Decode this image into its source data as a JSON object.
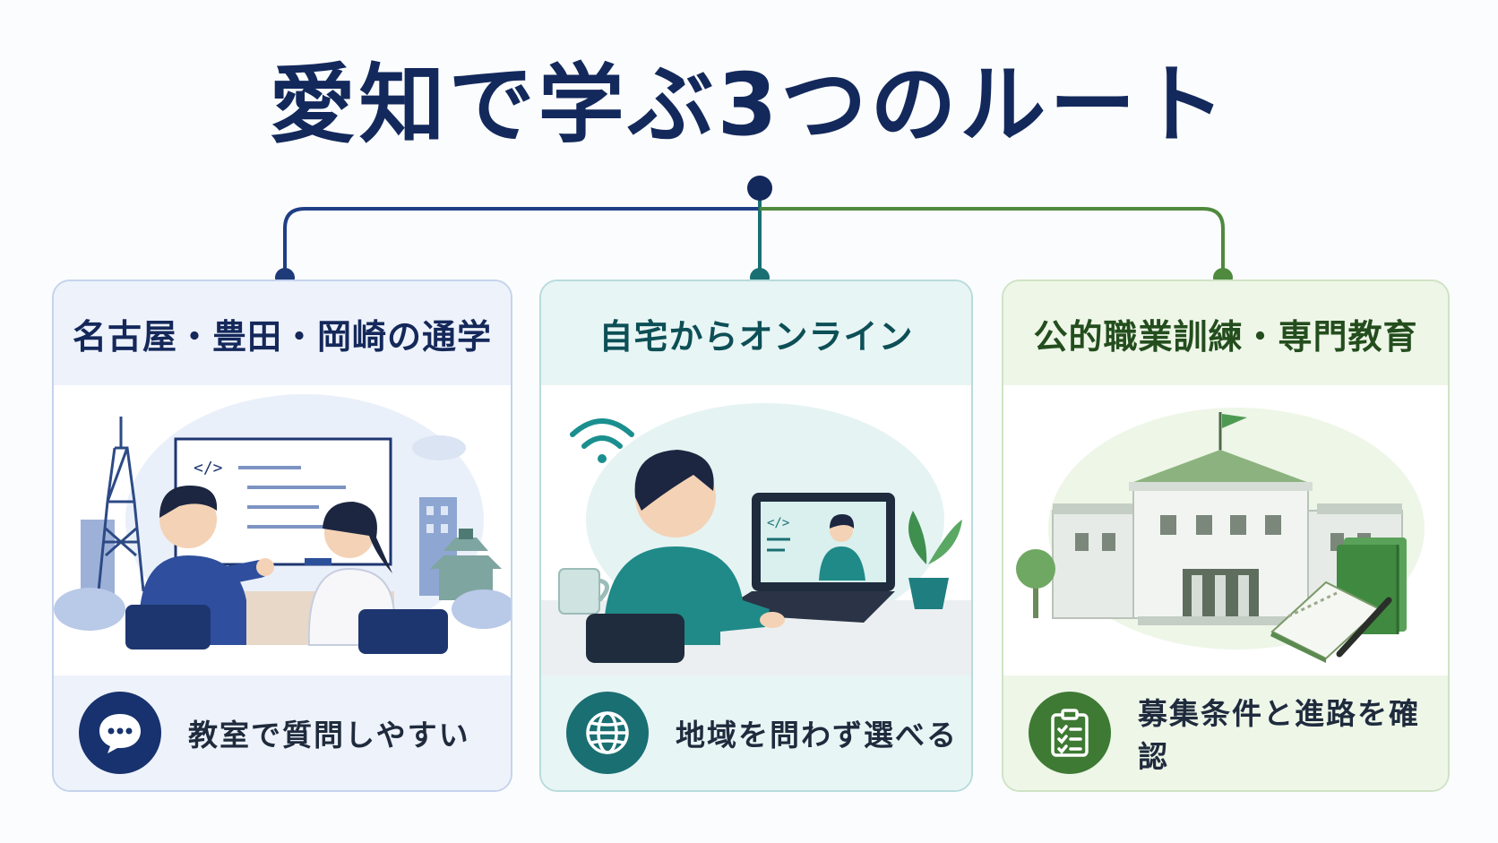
{
  "title": "愛知で学ぶ3つのルート",
  "colors": {
    "navy": "#13295c",
    "teal": "#1a6f73",
    "green": "#3e7a34"
  },
  "routes": [
    {
      "heading": "名古屋・豊田・岡崎の通学",
      "caption": "教室で質問しやすい",
      "icon": "chat-bubble-icon"
    },
    {
      "heading": "自宅からオンライン",
      "caption": "地域を問わず選べる",
      "icon": "globe-icon"
    },
    {
      "heading": "公的職業訓練・専門教育",
      "caption": "募集条件と進路を確認",
      "icon": "clipboard-checklist-icon"
    }
  ]
}
